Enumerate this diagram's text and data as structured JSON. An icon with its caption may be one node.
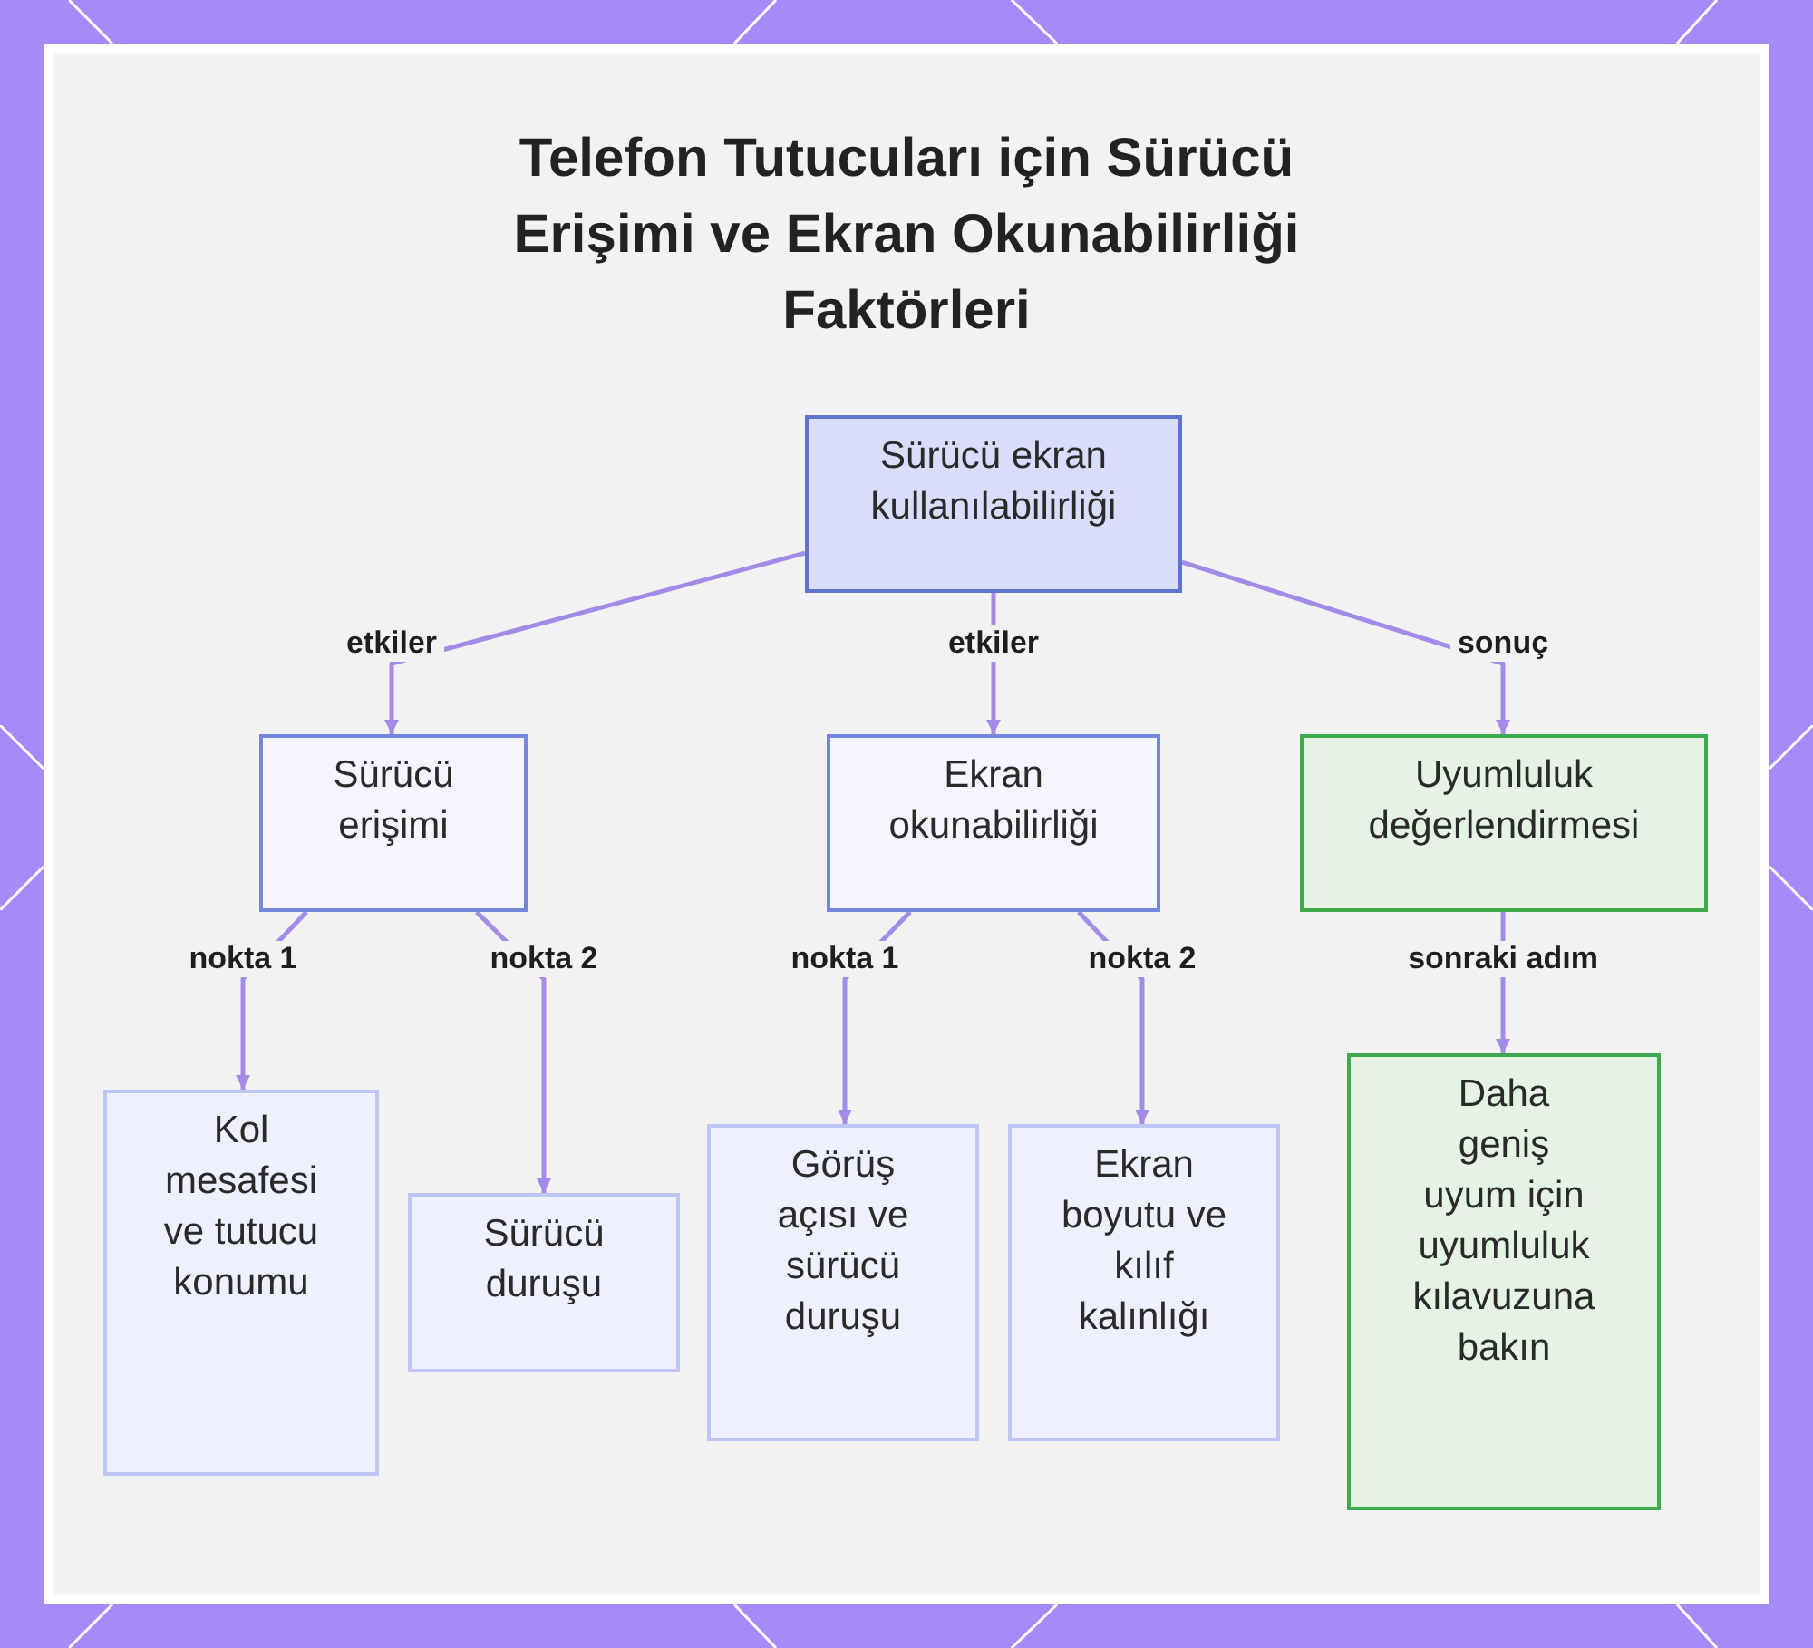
{
  "diagram": {
    "title": "Telefon Tutucuları için Sürücü Erişimi ve Ekran Okunabilirliği Faktörleri",
    "nodes": [
      {
        "text": [
          "Sürücü ekran kullanılabilirliği"
        ]
      },
      {
        "text": [
          "Sürücü erişimi"
        ]
      },
      {
        "text": [
          "Ekran okunabilirliği"
        ]
      },
      {
        "text": [
          "Uyumluluk değerlendirmesi"
        ]
      },
      {
        "text": [
          "Kol mesafesi ve tutucu konumu"
        ]
      },
      {
        "text": [
          "Sürücü duruşu"
        ]
      },
      {
        "text": [
          "Görüş açısı ve sürücü duruşu"
        ]
      },
      {
        "text": [
          "Ekran boyutu ve kılıf kalınlığı"
        ]
      },
      {
        "text": [
          "Daha geniş uyum için uyumluluk kılavuzuna bakın"
        ]
      }
    ],
    "edges": [
      {
        "from": 0,
        "to": 1,
        "arrow": "to",
        "label": "etkiler"
      },
      {
        "from": 0,
        "to": 2,
        "arrow": "to",
        "label": "etkiler"
      },
      {
        "from": 0,
        "to": 3,
        "arrow": "to",
        "label": "sonuç"
      },
      {
        "from": 1,
        "to": 4,
        "arrow": "to",
        "label": "nokta 1"
      },
      {
        "from": 1,
        "to": 5,
        "arrow": "to",
        "label": "nokta 2"
      },
      {
        "from": 2,
        "to": 6,
        "arrow": "to",
        "label": "nokta 1"
      },
      {
        "from": 2,
        "to": 7,
        "arrow": "to",
        "label": "nokta 2"
      },
      {
        "from": 3,
        "to": 8,
        "arrow": "to",
        "label": "sonraki adım"
      }
    ]
  }
}
